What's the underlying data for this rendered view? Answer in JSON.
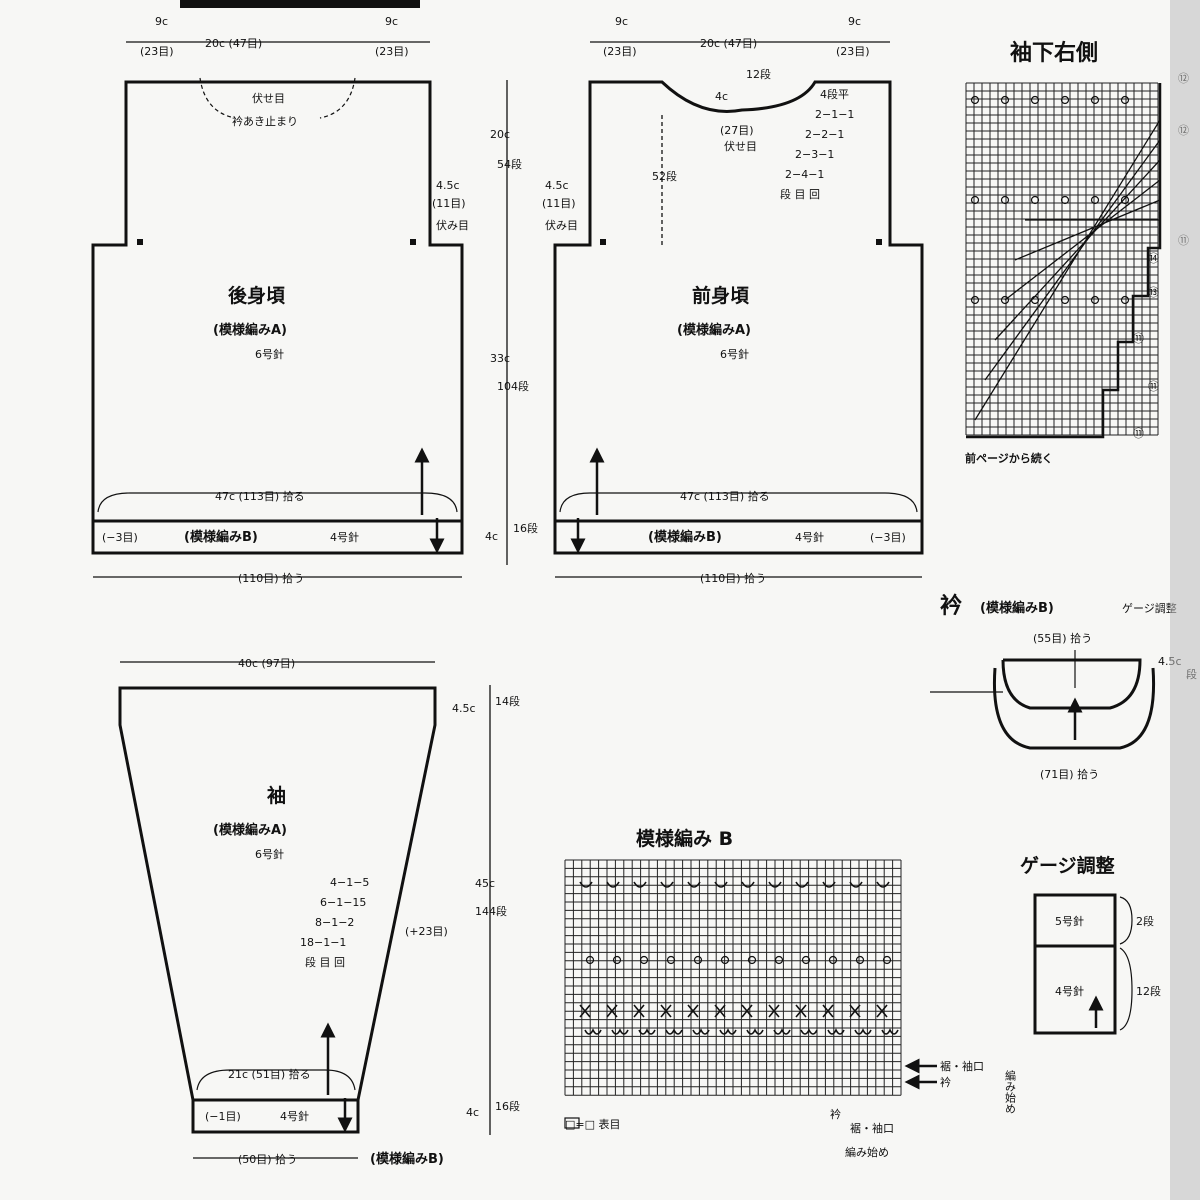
{
  "back_panel": {
    "title": "後身頃",
    "stitch": "(模様編みA)",
    "needle": "6号針",
    "top_left_width": "9c",
    "top_left_stitches": "(23目)",
    "top_center": "20c (47目)",
    "top_right_width": "9c",
    "top_right_stitches": "(23目)",
    "neck_label_1": "伏せ目",
    "neck_label_2": "衿あき止まり",
    "armhole_width": "4.5c",
    "armhole_stitches": "(11目)",
    "armhole_note": "伏み目",
    "hem_pick_up": "47c (113目) 拾る",
    "hem_decrease": "(−3目)",
    "hem_stitch": "(模様編みB)",
    "hem_needle": "4号針",
    "bottom_total": "(110目) 拾う"
  },
  "vertical_dims": {
    "upper_cm": "20c",
    "upper_rows": "54段",
    "body_cm": "33c",
    "body_rows": "104段",
    "hem_cm": "4c",
    "hem_rows": "16段"
  },
  "front_panel": {
    "title": "前身頃",
    "stitch": "(模様編みA)",
    "needle": "6号針",
    "top_left_width": "9c",
    "top_left_stitches": "(23目)",
    "top_center": "20c (47目)",
    "top_right_width": "9c",
    "top_right_stitches": "(23目)",
    "neck_depth_cm": "4c",
    "neck_depth_rows": "12段",
    "neck_bind": "(27目)",
    "neck_bind_note": "伏せ目",
    "neck_rows": "52段",
    "shaping_head": "4段平",
    "shaping": [
      "2−1−1",
      "2−2−1",
      "2−3−1",
      "2−4−1",
      "段 目 回"
    ],
    "armhole_width": "4.5c",
    "armhole_stitches": "(11目)",
    "armhole_note": "伏み目",
    "hem_pick_up": "47c (113目) 拾る",
    "hem_decrease": "(−3目)",
    "hem_stitch": "(模様編みB)",
    "hem_needle": "4号針",
    "bottom_total": "(110目) 拾う"
  },
  "sleeve_chart": {
    "title": "袖下右側",
    "footer": "前ページから続く",
    "markers": [
      "⑫",
      "⑫",
      "⑪",
      "⑭",
      "⑬",
      "⑪",
      "⑪",
      "⑪"
    ]
  },
  "collar": {
    "title": "衿",
    "stitch": "(模様編みB)",
    "gauge_note": "ゲージ調整",
    "top": "(55目) 拾う",
    "bottom": "(71目) 拾う",
    "height_cm": "4.5c",
    "height_rows": "段"
  },
  "sleeve": {
    "title": "袖",
    "stitch": "(模様編みA)",
    "needle": "6号針",
    "top_width": "40c (97目)",
    "top_height_cm": "4.5c",
    "top_height_rows": "14段",
    "mid_height_cm": "45c",
    "mid_height_rows": "144段",
    "hem_height_cm": "4c",
    "hem_height_rows": "16段",
    "increase_note": "(+23目)",
    "shaping": [
      "4−1−5",
      "6−1−15",
      "8−1−2",
      "18−1−1",
      "段 目 回"
    ],
    "cuff_pick_up": "21c (51目) 拾る",
    "cuff_decrease": "(−1目)",
    "cuff_needle": "4号針",
    "bottom_total": "(50目) 拾う",
    "cuff_stitch": "(模様編みB)"
  },
  "pattern_b": {
    "title": "模様編み B",
    "legend": "□=□ 表目",
    "start_label_1": "裾・袖口",
    "start_label_2": "衿",
    "start_label_3": "編み始め",
    "bottom_label_1": "衿",
    "bottom_label_2": "裾・袖口",
    "bottom_label_3": "編み始め"
  },
  "gauge": {
    "title": "ゲージ調整",
    "needle_top": "5号針",
    "needle_bottom": "4号針",
    "rows_top": "2段",
    "rows_bottom": "12段"
  }
}
